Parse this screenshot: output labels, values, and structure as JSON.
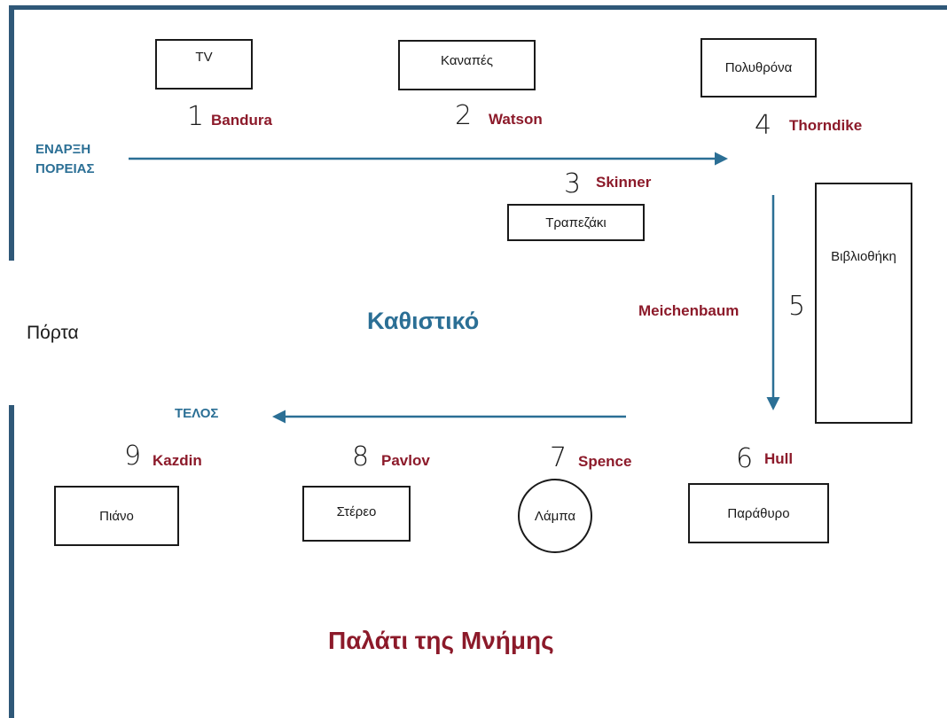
{
  "title": "Καθιστικό",
  "caption": "Παλάτι της Μνήμης",
  "door_label": "Πόρτα",
  "start_label": [
    "ΕΝΑΡΞΗ",
    "ΠΟΡΕΙΑΣ"
  ],
  "end_label": "ΤΕΛΟΣ",
  "colors": {
    "accent_blue": "#2b6f95",
    "name_red": "#8c1a2a",
    "wall": "#2f5878"
  },
  "furniture": {
    "tv": "TV",
    "sofa": "Καναπές",
    "armchair": "Πολυθρόνα",
    "coffee_table": "Τραπεζάκι",
    "bookcase": "Βιβλιοθήκη",
    "window": "Παράθυρο",
    "lamp": "Λάμπα",
    "stereo": "Στέρεο",
    "piano": "Πιάνο"
  },
  "stations": [
    {
      "number": "1",
      "name": "Bandura"
    },
    {
      "number": "2",
      "name": "Watson"
    },
    {
      "number": "3",
      "name": "Skinner"
    },
    {
      "number": "4",
      "name": "Thorndike"
    },
    {
      "number": "5",
      "name": "Meichenbaum"
    },
    {
      "number": "6",
      "name": "Hull"
    },
    {
      "number": "7",
      "name": "Spence"
    },
    {
      "number": "8",
      "name": "Pavlov"
    },
    {
      "number": "9",
      "name": "Kazdin"
    }
  ]
}
